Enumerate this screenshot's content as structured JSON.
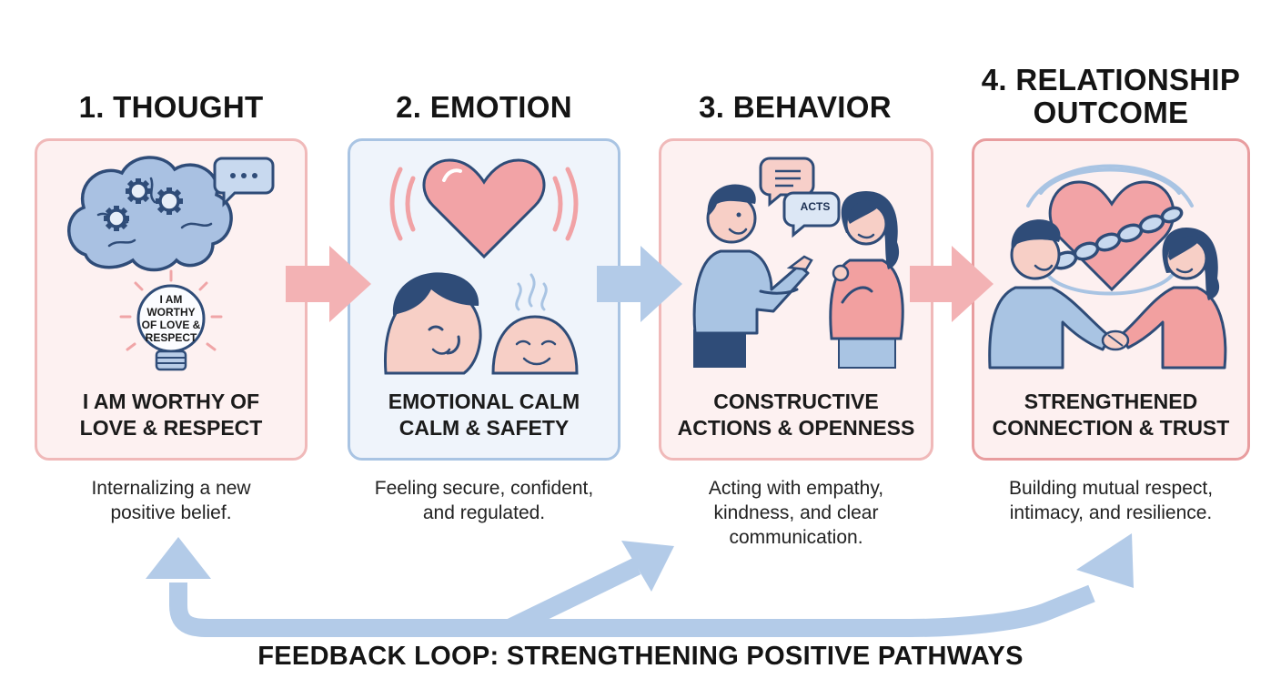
{
  "stages": [
    {
      "title": "1. THOUGHT",
      "caption_line1": "I AM WORTHY OF",
      "caption_line2": "LOVE & RESPECT",
      "bulb_lines": [
        "I AM",
        "WORTHY",
        "OF LOVE &",
        "RESPECT"
      ],
      "desc_lines": [
        "Internalizing a new",
        "positive belief."
      ]
    },
    {
      "title": "2. EMOTION",
      "caption_line1": "EMOTIONAL CALM",
      "caption_line2": "CALM & SAFETY",
      "desc_lines": [
        "Feeling secure, confident,",
        "and regulated."
      ]
    },
    {
      "title": "3. BEHAVIOR",
      "caption_line1": "CONSTRUCTIVE",
      "caption_line2": "ACTIONS & OPENNESS",
      "bubble_label": "ACTS",
      "desc_lines": [
        "Acting with empathy,",
        "kindness, and clear",
        "communication."
      ]
    },
    {
      "title_line1": "4. RELATIONSHIP",
      "title_line2": "OUTCOME",
      "caption_line1": "STRENGTHENED",
      "caption_line2": "CONNECTION & TRUST",
      "desc_lines": [
        "Building mutual respect,",
        "intimacy, and resilience."
      ]
    }
  ],
  "footer": "FEEDBACK LOOP: STRENGTHENING POSITIVE PATHWAYS",
  "colors": {
    "pink": "#f0b9b9",
    "blue": "#a9c4e3",
    "arrow_pink": "#f3b2b4",
    "arrow_blue": "#b3cbe8",
    "heart": "#f2a3a6",
    "navy": "#2a4570"
  }
}
